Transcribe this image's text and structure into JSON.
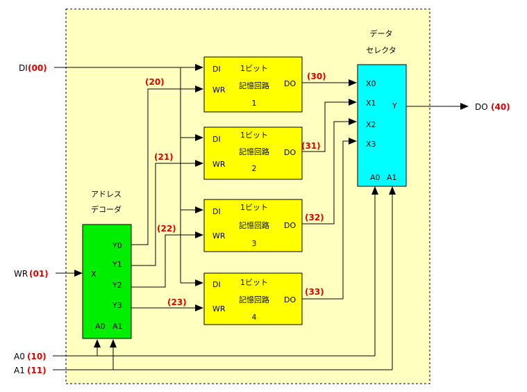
{
  "signals": {
    "di_name": "DI",
    "di_num": "(00)",
    "wr_name": "WR",
    "wr_num": "(01)",
    "a0_name": "A0",
    "a0_num": "(10)",
    "a1_name": "A1",
    "a1_num": "(11)",
    "do_name": "DO",
    "do_num": "(40)"
  },
  "decoder": {
    "title_line1": "アドレス",
    "title_line2": "デコーダ",
    "input": "X",
    "outputs": [
      "Y0",
      "Y1",
      "Y2",
      "Y3"
    ],
    "addr": [
      "A0",
      "A1"
    ]
  },
  "memory_cells": [
    {
      "di": "DI",
      "wr": "WR",
      "do": "DO",
      "title": "1ビット",
      "subtitle": "記憶回路",
      "index": "1"
    },
    {
      "di": "DI",
      "wr": "WR",
      "do": "DO",
      "title": "1ビット",
      "subtitle": "記憶回路",
      "index": "2"
    },
    {
      "di": "DI",
      "wr": "WR",
      "do": "DO",
      "title": "1ビット",
      "subtitle": "記憶回路",
      "index": "3"
    },
    {
      "di": "DI",
      "wr": "WR",
      "do": "DO",
      "title": "1ビット",
      "subtitle": "記憶回路",
      "index": "4"
    }
  ],
  "selector": {
    "title_line1": "データ",
    "title_line2": "セレクタ",
    "inputs": [
      "X0",
      "X1",
      "X2",
      "X3"
    ],
    "output": "Y",
    "addr": [
      "A0",
      "A1"
    ]
  },
  "wire_numbers": {
    "decoder_out": [
      "(20)",
      "(21)",
      "(22)",
      "(23)"
    ],
    "cell_out": [
      "(30)",
      "(31)",
      "(32)",
      "(33)"
    ]
  },
  "colors": {
    "background_area": "#ffffc0",
    "memory_cell": "#ffff00",
    "decoder": "#00ee00",
    "selector": "#00ffff",
    "wire_number": "#e00000"
  }
}
